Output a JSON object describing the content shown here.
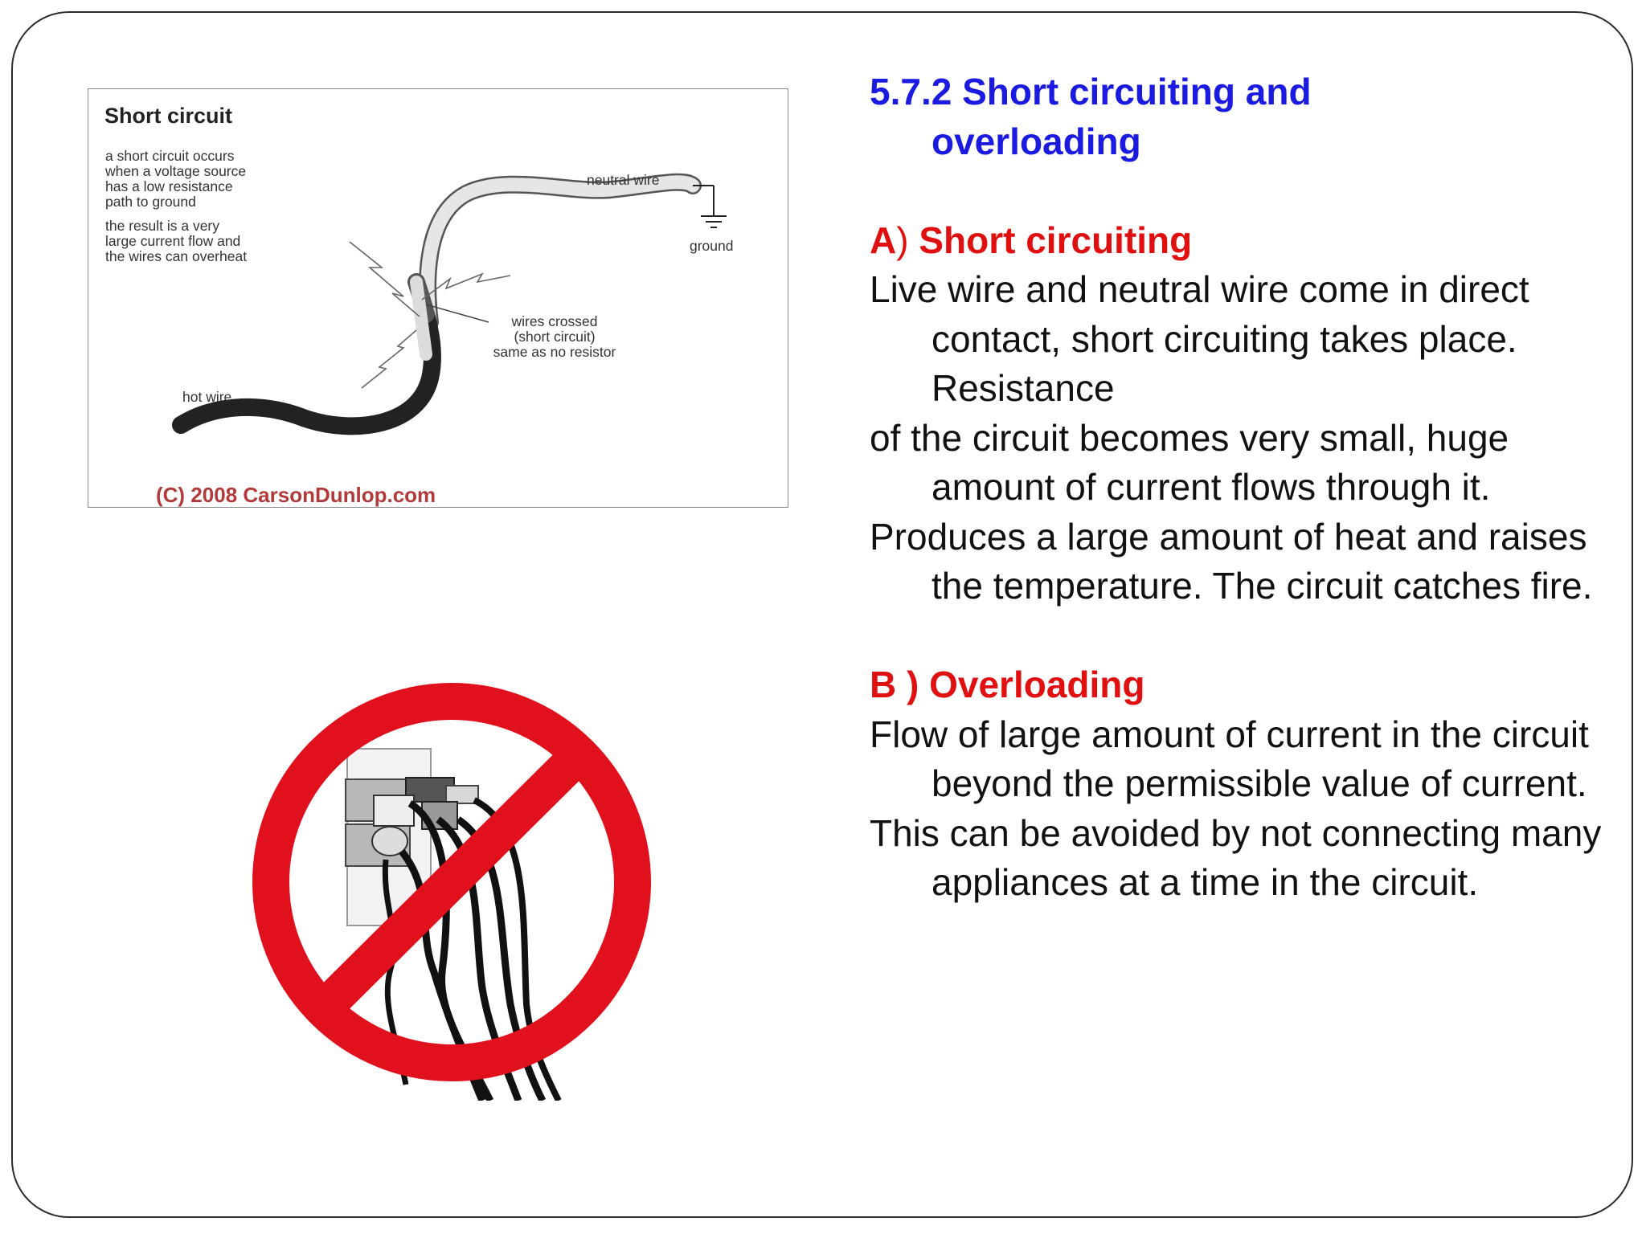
{
  "diagram": {
    "title": "Short circuit",
    "desc1": [
      "a short circuit occurs",
      "when a voltage source",
      "has a low resistance",
      "path to ground"
    ],
    "desc2": [
      "the result is a very",
      "large current flow and",
      "the wires can overheat"
    ],
    "label_neutral": "neutral wire",
    "label_ground": "ground",
    "label_crossed": [
      "wires crossed",
      "(short circuit)",
      "same as no resistor"
    ],
    "label_hot": "hot wire",
    "copyright": "(C) 2008 CarsonDunlop.com"
  },
  "heading": {
    "line1": "5.7.2 Short circuiting and",
    "line2": "overloading"
  },
  "section_a": {
    "letter": "A",
    "paren": ")",
    "title": " Short circuiting",
    "paragraphs": [
      "Live wire and neutral wire come in direct contact, short circuiting takes place. Resistance",
      "of the circuit becomes very small, huge amount of current flows through it.",
      "Produces a large amount of heat and raises the temperature. The circuit catches fire."
    ]
  },
  "section_b": {
    "title": "B ) Overloading",
    "paragraphs": [
      "Flow of large amount of current in the circuit beyond the permissible value of current.",
      "This can be avoided by not connecting many appliances at a time in the circuit."
    ]
  },
  "colors": {
    "heading_blue": "#1a1ae0",
    "section_red": "#e01010",
    "prohibit_red": "#e0101c"
  },
  "icons": {
    "diagram": "short-circuit-diagram",
    "overload": "no-overloaded-outlet-icon"
  }
}
